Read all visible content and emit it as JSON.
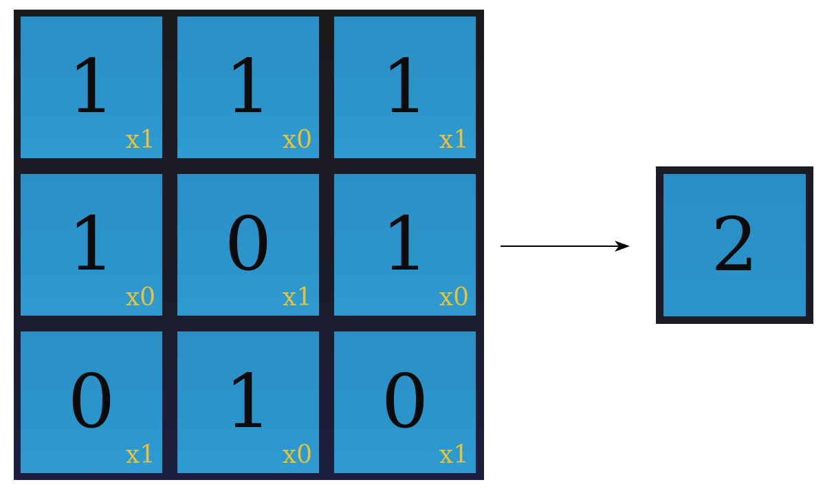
{
  "kernel_grid": {
    "cells": [
      {
        "value": "1",
        "weight": "x1"
      },
      {
        "value": "1",
        "weight": "x0"
      },
      {
        "value": "1",
        "weight": "x1"
      },
      {
        "value": "1",
        "weight": "x0"
      },
      {
        "value": "0",
        "weight": "x1"
      },
      {
        "value": "1",
        "weight": "x0"
      },
      {
        "value": "0",
        "weight": "x1"
      },
      {
        "value": "1",
        "weight": "x0"
      },
      {
        "value": "0",
        "weight": "x1"
      }
    ]
  },
  "result": {
    "value": "2"
  },
  "colors": {
    "cell_fill": "#2b95cb",
    "grid_border": "#1b1b1d",
    "weight_text": "#e8c23a",
    "value_text": "#0b0b0b"
  }
}
